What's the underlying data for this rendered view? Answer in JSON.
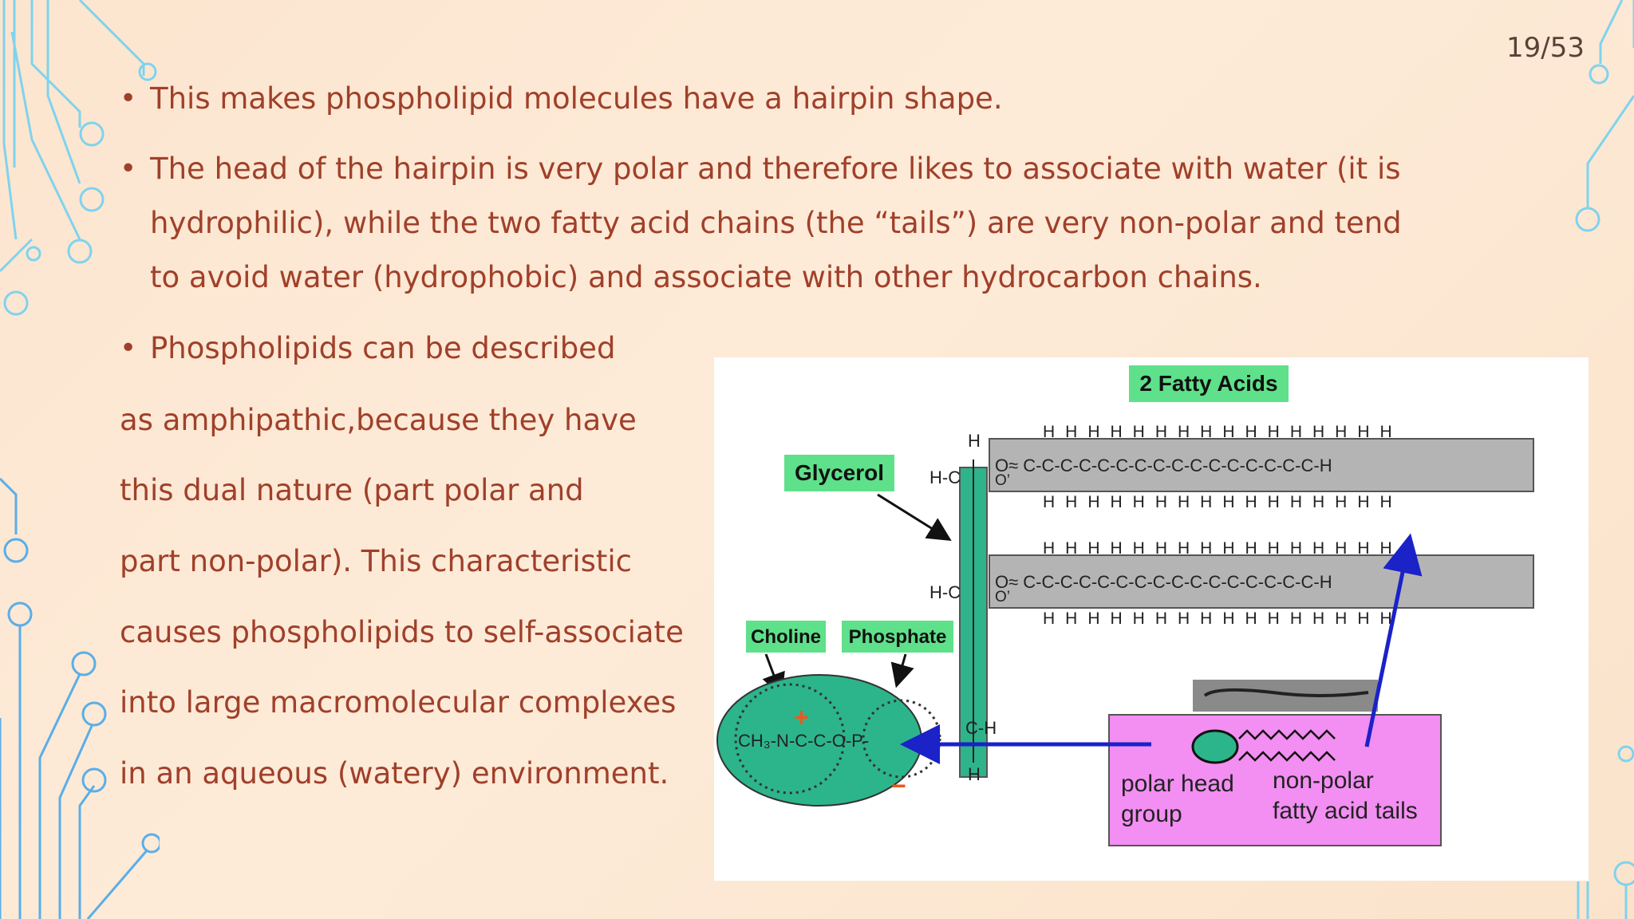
{
  "page_number": "19/53",
  "bullets": [
    {
      "lines": [
        "This makes phospholipid molecules have a hairpin shape."
      ]
    },
    {
      "lines": [
        "The head of the hairpin is very polar and therefore likes to associate with water (it is",
        "hydrophilic), while the two fatty acid chains (the “tails”) are very non-polar and tend",
        "to avoid water (hydrophobic) and associate with other hydrocarbon chains."
      ]
    },
    {
      "lines": [
        "Phospholipids can be described"
      ]
    }
  ],
  "paragraph_lines": [
    "as amphipathic,because  they have",
    " this dual nature (part polar and",
    "part non-polar). This characteristic",
    "causes phospholipids to self-associate",
    " into large macromolecular  complexes",
    "in an aqueous (watery) environment."
  ],
  "diagram": {
    "fatty_acids_label": "2 Fatty Acids",
    "glycerol_label": "Glycerol",
    "choline_label": "Choline",
    "phosphate_label": "Phosphate",
    "polar_head_label_1": "polar head",
    "polar_head_label_2": "group",
    "tails_label_1": "non-polar",
    "tails_label_2": "fatty acid tails",
    "colors": {
      "label_green": "#5fe08a",
      "glycerol_bar": "#2fb38a",
      "head_ellipse": "#2cb58a",
      "chain_gray": "#b4b4b4",
      "pink_box": "#f38ef2",
      "arrow_blue": "#1a22c8"
    }
  }
}
